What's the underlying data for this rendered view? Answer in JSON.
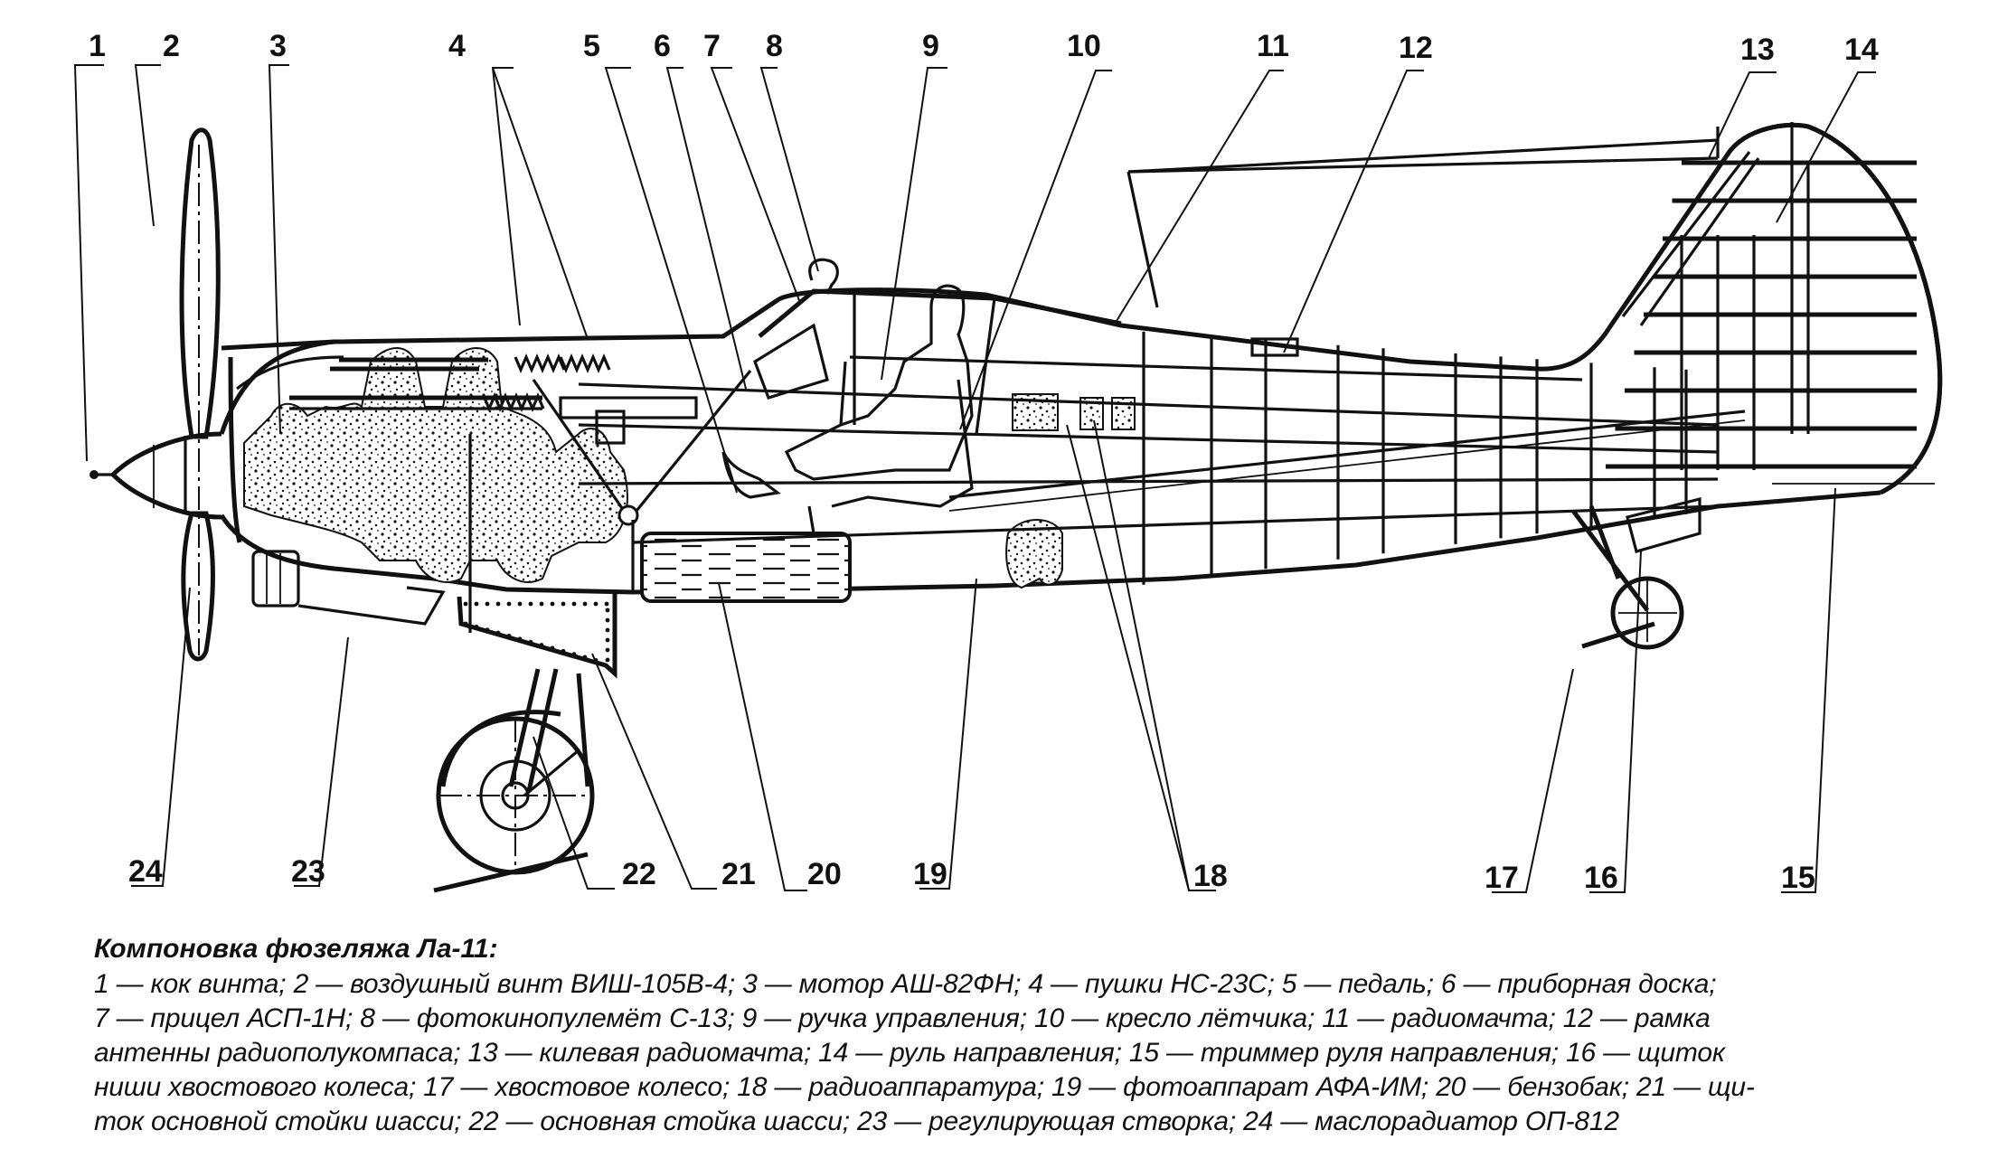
{
  "diagram": {
    "subject": "La-11 fuselage layout cutaway",
    "callouts": [
      {
        "n": "1",
        "side": "top"
      },
      {
        "n": "2",
        "side": "top"
      },
      {
        "n": "3",
        "side": "top"
      },
      {
        "n": "4",
        "side": "top"
      },
      {
        "n": "5",
        "side": "top"
      },
      {
        "n": "6",
        "side": "top"
      },
      {
        "n": "7",
        "side": "top"
      },
      {
        "n": "8",
        "side": "top"
      },
      {
        "n": "9",
        "side": "top"
      },
      {
        "n": "10",
        "side": "top"
      },
      {
        "n": "11",
        "side": "top"
      },
      {
        "n": "12",
        "side": "top"
      },
      {
        "n": "13",
        "side": "top"
      },
      {
        "n": "14",
        "side": "top"
      },
      {
        "n": "24",
        "side": "bottom"
      },
      {
        "n": "23",
        "side": "bottom"
      },
      {
        "n": "22",
        "side": "bottom"
      },
      {
        "n": "21",
        "side": "bottom"
      },
      {
        "n": "20",
        "side": "bottom"
      },
      {
        "n": "19",
        "side": "bottom"
      },
      {
        "n": "18",
        "side": "bottom"
      },
      {
        "n": "17",
        "side": "bottom"
      },
      {
        "n": "16",
        "side": "bottom"
      },
      {
        "n": "15",
        "side": "bottom"
      }
    ]
  },
  "caption": {
    "title": "Компоновка фюзеляжа Ла-11:",
    "lines": [
      "1 — кок винта; 2 — воздушный винт ВИШ-105В-4; 3 — мотор АШ-82ФН; 4 — пушки НС-23С; 5 — педаль; 6 — приборная доска;",
      "7 — прицел АСП-1Н; 8 — фотокинопулемёт С-13;  9 — ручка управления; 10 — кресло лётчика; 11 — радиомачта; 12 — рамка",
      "антенны радиополукомпаса; 13 — килевая радиомачта; 14 — руль направления; 15 — триммер руля направления; 16 — щиток",
      "ниши хвостового колеса; 17 — хвостовое колесо; 18 — радиоаппаратура; 19 — фотоаппарат АФА-ИМ; 20 — бензобак; 21 — щи-",
      "ток основной стойки шасси; 22 — основная стойка шасси; 23 — регулирующая створка; 24 — маслорадиатор ОП-812"
    ]
  },
  "legend": [
    {
      "n": "1",
      "text": "кок винта"
    },
    {
      "n": "2",
      "text": "воздушный винт ВИШ-105В-4"
    },
    {
      "n": "3",
      "text": "мотор АШ-82ФН"
    },
    {
      "n": "4",
      "text": "пушки НС-23С"
    },
    {
      "n": "5",
      "text": "педаль"
    },
    {
      "n": "6",
      "text": "приборная доска"
    },
    {
      "n": "7",
      "text": "прицел АСП-1Н"
    },
    {
      "n": "8",
      "text": "фотокинопулемёт С-13"
    },
    {
      "n": "9",
      "text": "ручка управления"
    },
    {
      "n": "10",
      "text": "кресло лётчика"
    },
    {
      "n": "11",
      "text": "радиомачта"
    },
    {
      "n": "12",
      "text": "рамка антенны радиополукомпаса"
    },
    {
      "n": "13",
      "text": "килевая радиомачта"
    },
    {
      "n": "14",
      "text": "руль направления"
    },
    {
      "n": "15",
      "text": "триммер руля направления"
    },
    {
      "n": "16",
      "text": "щиток ниши хвостового колеса"
    },
    {
      "n": "17",
      "text": "хвостовое колесо"
    },
    {
      "n": "18",
      "text": "радиоаппаратура"
    },
    {
      "n": "19",
      "text": "фотоаппарат АФА-ИМ"
    },
    {
      "n": "20",
      "text": "бензобак"
    },
    {
      "n": "21",
      "text": "щиток основной стойки шасси"
    },
    {
      "n": "22",
      "text": "основная стойка шасси"
    },
    {
      "n": "23",
      "text": "регулирующая створка"
    },
    {
      "n": "24",
      "text": "маслорадиатор ОП-812"
    }
  ]
}
